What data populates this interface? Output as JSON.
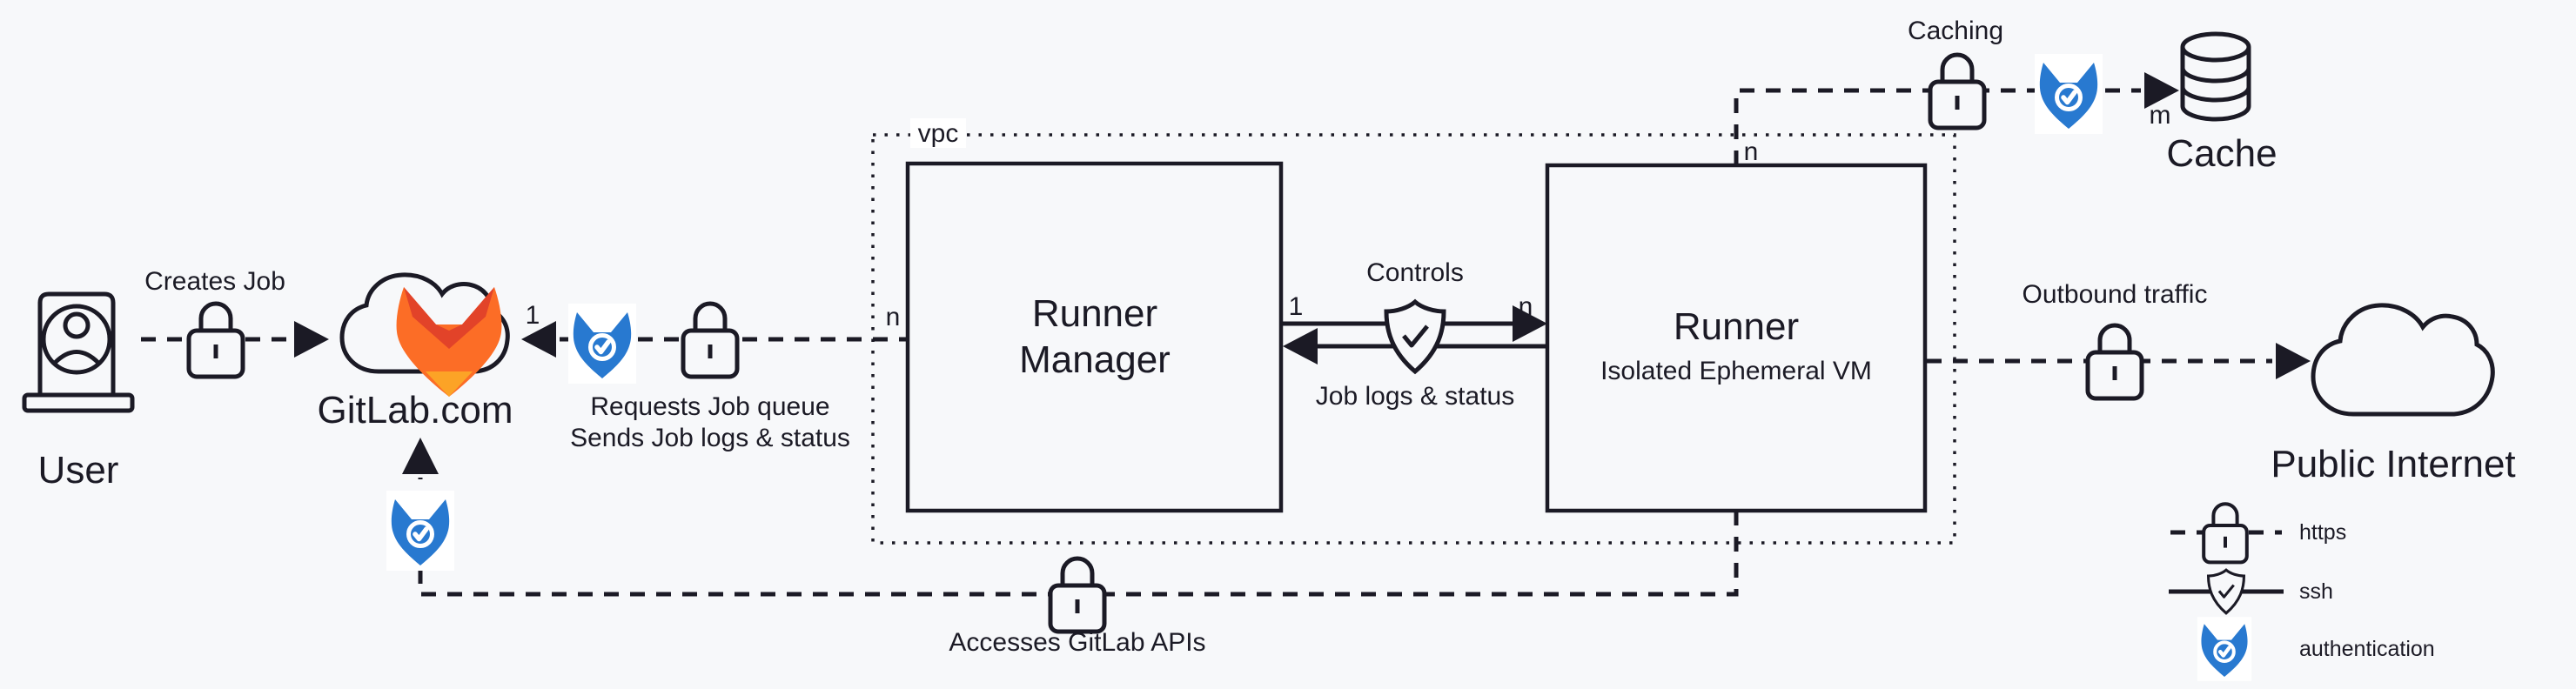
{
  "colors": {
    "bg": "#f7f8fa",
    "ink": "#1b1a25",
    "blue": "#2879d0",
    "red": "#e24329",
    "orange": "#fc6d26",
    "amber": "#fca326",
    "chip": "#ffffff"
  },
  "icons": {
    "lock": "padlock-https",
    "shield": "shield-check-ssh",
    "tanuki_badge": "gitlab-tanuki-check-authentication",
    "gitlab_logo": "gitlab-cloud-fox-logo",
    "user": "person-on-laptop",
    "cache_db": "database-cylinder",
    "cloud": "cloud-outline",
    "arrow": "filled-arrowhead"
  },
  "nodes": {
    "user": {
      "label": "User"
    },
    "gitlab": {
      "label": "GitLab.com"
    },
    "runner_manager": {
      "title_line1": "Runner",
      "title_line2": "Manager"
    },
    "runner": {
      "title": "Runner",
      "subtitle": "Isolated Ephemeral VM"
    },
    "cache": {
      "label": "Cache"
    },
    "public_internet": {
      "label": "Public Internet"
    }
  },
  "zones": {
    "vpc": {
      "label": "vpc"
    }
  },
  "edges": {
    "creates_job": {
      "label": "Creates Job"
    },
    "requests_jobs": {
      "line1": "Requests Job queue",
      "line2": "Sends Job logs & status",
      "gitlab_end": "1",
      "runner_manager_end": "n"
    },
    "controls": {
      "label": "Controls",
      "return_label": "Job logs & status",
      "runner_manager_end": "1",
      "runner_end": "n"
    },
    "caching": {
      "label": "Caching",
      "runner_end": "n",
      "cache_end": "m"
    },
    "outbound": {
      "label": "Outbound traffic"
    },
    "gitlab_api": {
      "label": "Accesses GitLab APIs"
    }
  },
  "legend": {
    "items": [
      {
        "icon": "lock-icon",
        "label": "https"
      },
      {
        "icon": "shield-check-icon",
        "label": "ssh"
      },
      {
        "icon": "gitlab-tanuki-icon",
        "label": "authentication"
      }
    ]
  }
}
